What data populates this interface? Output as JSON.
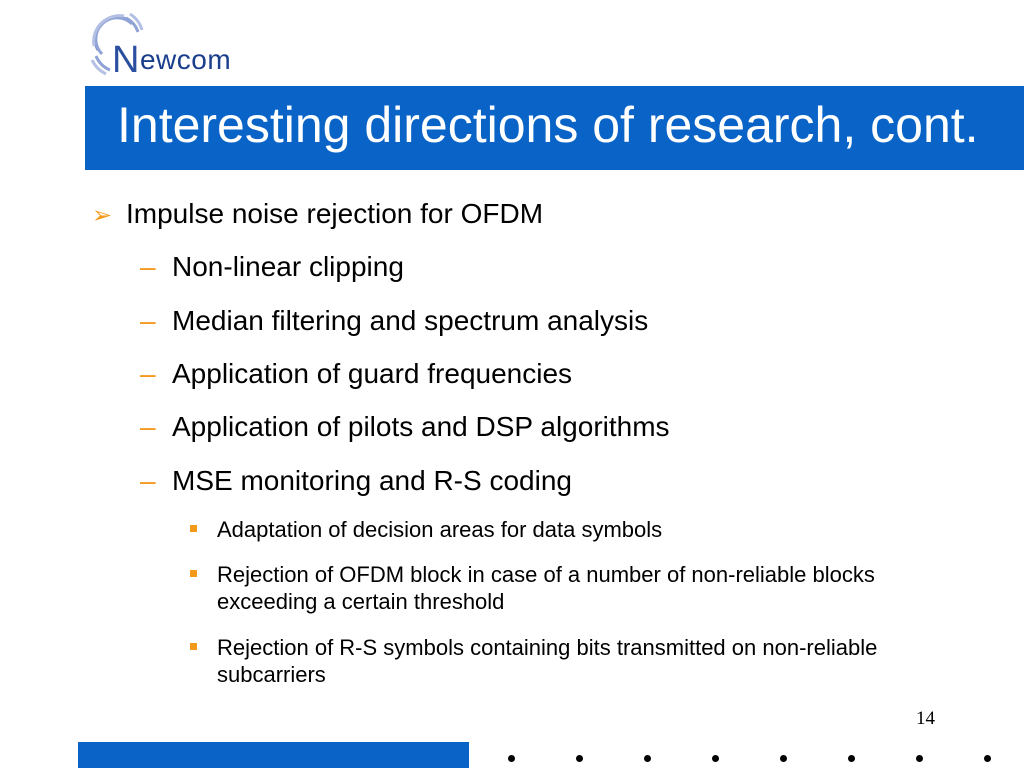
{
  "logo": {
    "initial": "N",
    "rest": "ewcom"
  },
  "slide": {
    "title": "Interesting directions of research, cont."
  },
  "bullets": {
    "main": "Impulse noise rejection for OFDM",
    "sub": [
      "Non-linear clipping",
      "Median filtering and spectrum analysis",
      "Application of guard frequencies",
      "Application of pilots and DSP algorithms",
      "MSE monitoring and R-S coding"
    ],
    "subsub": [
      "Adaptation of decision areas for data symbols",
      "Rejection of OFDM block in case of a number of non-reliable blocks exceeding a certain threshold",
      "Rejection of R-S symbols containing bits transmitted on non-reliable subcarriers"
    ]
  },
  "symbols": {
    "arrow": "➢",
    "dash": "–"
  },
  "footer": {
    "page_number": "14"
  },
  "colors": {
    "brand_blue": "#0a64c8",
    "accent_orange": "#f39a1a",
    "logo_navy": "#1a3e8c"
  }
}
